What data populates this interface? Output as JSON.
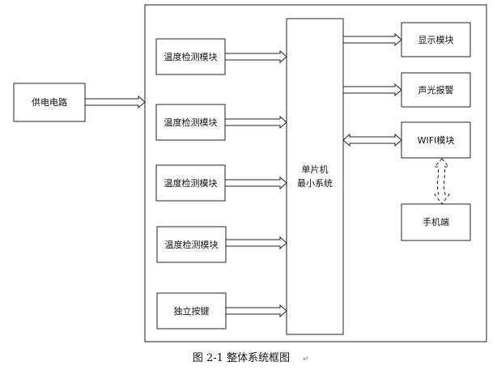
{
  "blocks": {
    "power": "供电电路",
    "sensor1": "温度检测模块",
    "sensor2": "温度检测模块",
    "sensor3": "温度检测模块",
    "sensor4": "温度检测模块",
    "button": "独立按键",
    "mcu_line1": "单片机",
    "mcu_line2": "最小系统",
    "display": "显示模块",
    "alarm": "声光报警",
    "wifi": "WIFI模块",
    "phone": "手机端"
  },
  "caption": "图 2-1 整体系统框图"
}
